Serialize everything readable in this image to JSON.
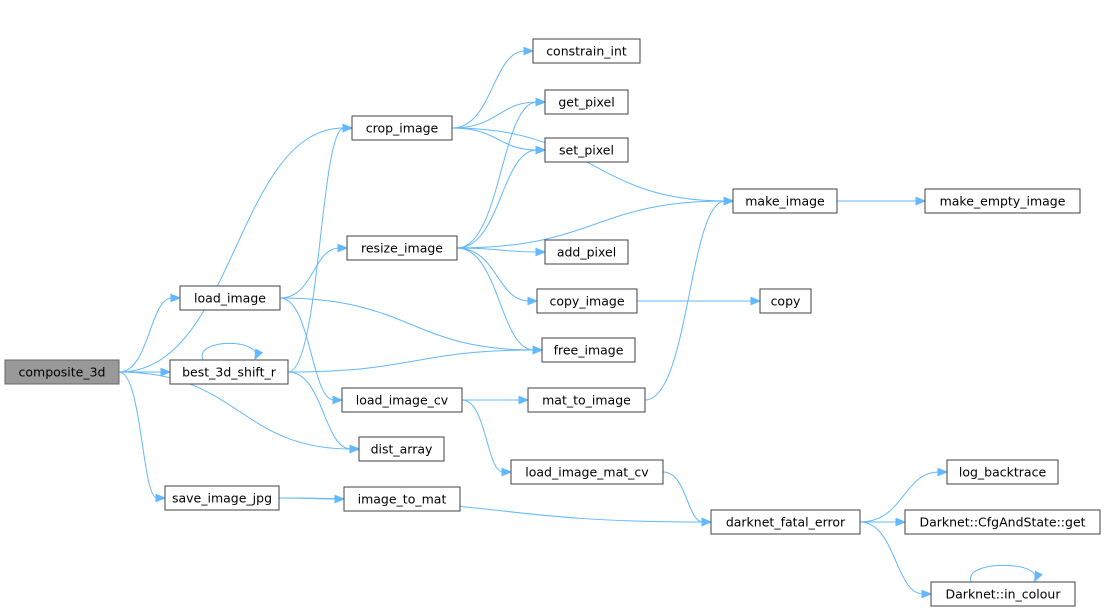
{
  "nodes": [
    {
      "id": "composite_3d",
      "label": "composite_3d",
      "root": true
    },
    {
      "id": "crop_image",
      "label": "crop_image"
    },
    {
      "id": "load_image",
      "label": "load_image"
    },
    {
      "id": "best_3d_shift_r",
      "label": "best_3d_shift_r"
    },
    {
      "id": "save_image_jpg",
      "label": "save_image_jpg"
    },
    {
      "id": "dist_array",
      "label": "dist_array"
    },
    {
      "id": "resize_image",
      "label": "resize_image"
    },
    {
      "id": "load_image_cv",
      "label": "load_image_cv"
    },
    {
      "id": "image_to_mat",
      "label": "image_to_mat"
    },
    {
      "id": "constrain_int",
      "label": "constrain_int"
    },
    {
      "id": "get_pixel",
      "label": "get_pixel"
    },
    {
      "id": "set_pixel",
      "label": "set_pixel"
    },
    {
      "id": "add_pixel",
      "label": "add_pixel"
    },
    {
      "id": "copy_image",
      "label": "copy_image"
    },
    {
      "id": "free_image",
      "label": "free_image"
    },
    {
      "id": "mat_to_image",
      "label": "mat_to_image"
    },
    {
      "id": "load_image_mat_cv",
      "label": "load_image_mat_cv"
    },
    {
      "id": "make_image",
      "label": "make_image"
    },
    {
      "id": "copy",
      "label": "copy"
    },
    {
      "id": "darknet_fatal_error",
      "label": "darknet_fatal_error"
    },
    {
      "id": "make_empty_image",
      "label": "make_empty_image"
    },
    {
      "id": "log_backtrace",
      "label": "log_backtrace"
    },
    {
      "id": "cfg_get",
      "label": "Darknet::CfgAndState::get"
    },
    {
      "id": "in_colour",
      "label": "Darknet::in_colour"
    }
  ],
  "edges": [
    {
      "from": "composite_3d",
      "to": "crop_image"
    },
    {
      "from": "composite_3d",
      "to": "load_image"
    },
    {
      "from": "composite_3d",
      "to": "best_3d_shift_r"
    },
    {
      "from": "composite_3d",
      "to": "dist_array"
    },
    {
      "from": "composite_3d",
      "to": "save_image_jpg"
    },
    {
      "from": "crop_image",
      "to": "constrain_int"
    },
    {
      "from": "crop_image",
      "to": "get_pixel"
    },
    {
      "from": "crop_image",
      "to": "set_pixel"
    },
    {
      "from": "crop_image",
      "to": "make_image"
    },
    {
      "from": "load_image",
      "to": "resize_image"
    },
    {
      "from": "load_image",
      "to": "free_image"
    },
    {
      "from": "load_image",
      "to": "load_image_cv"
    },
    {
      "from": "best_3d_shift_r",
      "to": "best_3d_shift_r"
    },
    {
      "from": "best_3d_shift_r",
      "to": "crop_image"
    },
    {
      "from": "best_3d_shift_r",
      "to": "free_image"
    },
    {
      "from": "best_3d_shift_r",
      "to": "dist_array"
    },
    {
      "from": "save_image_jpg",
      "to": "image_to_mat"
    },
    {
      "from": "save_image_jpg",
      "to": "darknet_fatal_error"
    },
    {
      "from": "resize_image",
      "to": "get_pixel"
    },
    {
      "from": "resize_image",
      "to": "set_pixel"
    },
    {
      "from": "resize_image",
      "to": "make_image"
    },
    {
      "from": "resize_image",
      "to": "add_pixel"
    },
    {
      "from": "resize_image",
      "to": "copy_image"
    },
    {
      "from": "resize_image",
      "to": "free_image"
    },
    {
      "from": "load_image_cv",
      "to": "mat_to_image"
    },
    {
      "from": "load_image_cv",
      "to": "load_image_mat_cv"
    },
    {
      "from": "copy_image",
      "to": "copy"
    },
    {
      "from": "mat_to_image",
      "to": "make_image"
    },
    {
      "from": "load_image_mat_cv",
      "to": "darknet_fatal_error"
    },
    {
      "from": "make_image",
      "to": "make_empty_image"
    },
    {
      "from": "darknet_fatal_error",
      "to": "log_backtrace"
    },
    {
      "from": "darknet_fatal_error",
      "to": "cfg_get"
    },
    {
      "from": "darknet_fatal_error",
      "to": "in_colour"
    },
    {
      "from": "in_colour",
      "to": "in_colour"
    }
  ]
}
